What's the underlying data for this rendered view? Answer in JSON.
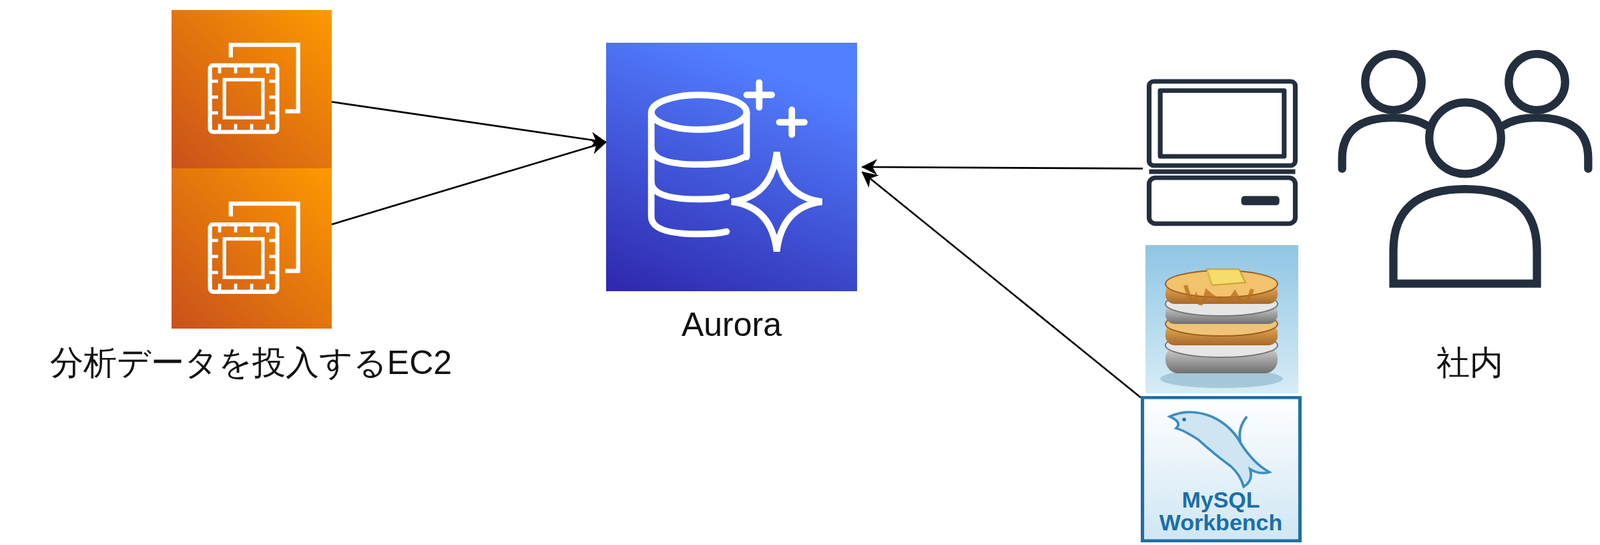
{
  "diagram": {
    "nodes": [
      {
        "text": [
          "分析データを投入するEC2"
        ]
      },
      {
        "text": [],
        "in": 0
      },
      {
        "text": [],
        "in": 0
      },
      {
        "text": [
          "Aurora"
        ]
      },
      {
        "text": [
          "社内"
        ]
      },
      {
        "text": []
      },
      {
        "text": [
          "MySQL Workbench"
        ]
      }
    ],
    "edges": [
      {
        "from": 1,
        "to": 3,
        "arrow": "to"
      },
      {
        "from": 2,
        "to": 3,
        "arrow": "to"
      },
      {
        "from": 5,
        "to": 3,
        "arrow": "to"
      },
      {
        "from": 6,
        "to": 3,
        "arrow": "to"
      }
    ]
  }
}
